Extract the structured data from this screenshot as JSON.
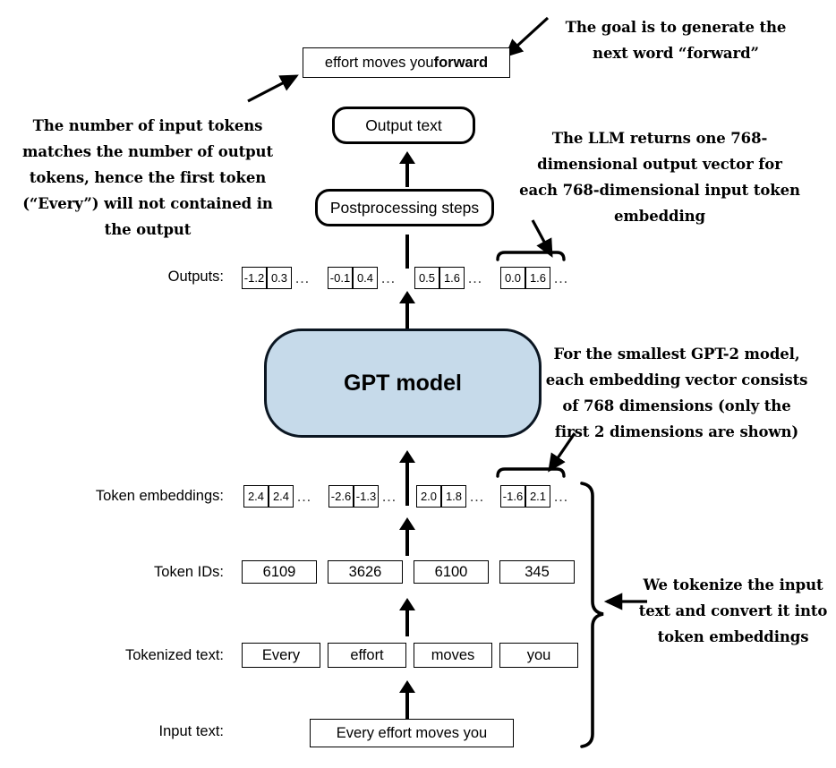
{
  "diagram": {
    "title": "GPT model text generation pipeline",
    "accent_color": "#c6daea",
    "stroke_color": "#000000"
  },
  "flow": {
    "final_output": {
      "prefix": "effort moves you ",
      "highlight": "forward"
    },
    "output_text_label": "Output text",
    "postprocessing_label": "Postprocessing steps",
    "gpt_model_label": "GPT model"
  },
  "rows": {
    "outputs": {
      "label": "Outputs:",
      "vectors": [
        [
          "-1.2",
          "0.3"
        ],
        [
          "-0.1",
          "0.4"
        ],
        [
          "0.5",
          "1.6"
        ],
        [
          "0.0",
          "1.6"
        ]
      ],
      "ellipsis": "…"
    },
    "token_embeddings": {
      "label": "Token embeddings:",
      "vectors": [
        [
          "2.4",
          "2.4"
        ],
        [
          "-2.6",
          "-1.3"
        ],
        [
          "2.0",
          "1.8"
        ],
        [
          "-1.6",
          "2.1"
        ]
      ],
      "ellipsis": "…"
    },
    "token_ids": {
      "label": "Token IDs:",
      "values": [
        "6109",
        "3626",
        "6100",
        "345"
      ]
    },
    "tokenized_text": {
      "label": "Tokenized text:",
      "values": [
        "Every",
        "effort",
        "moves",
        "you"
      ]
    },
    "input_text": {
      "label": "Input text:",
      "value": "Every effort moves you"
    }
  },
  "annotations": {
    "goal": "The goal is to generate the next word “forward”",
    "token_count": "The number of input tokens matches the number of output tokens, hence the first token (“Every”) will not contained in the output",
    "llm_returns": "The LLM returns one 768-dimensional output vector for each 768-dimensional input token embedding",
    "embedding_dims": "For the smallest GPT-2 model, each embedding vector consists of 768 dimensions (only the first 2 dimensions are shown)",
    "tokenize": "We tokenize the input text and convert it into token embeddings"
  }
}
